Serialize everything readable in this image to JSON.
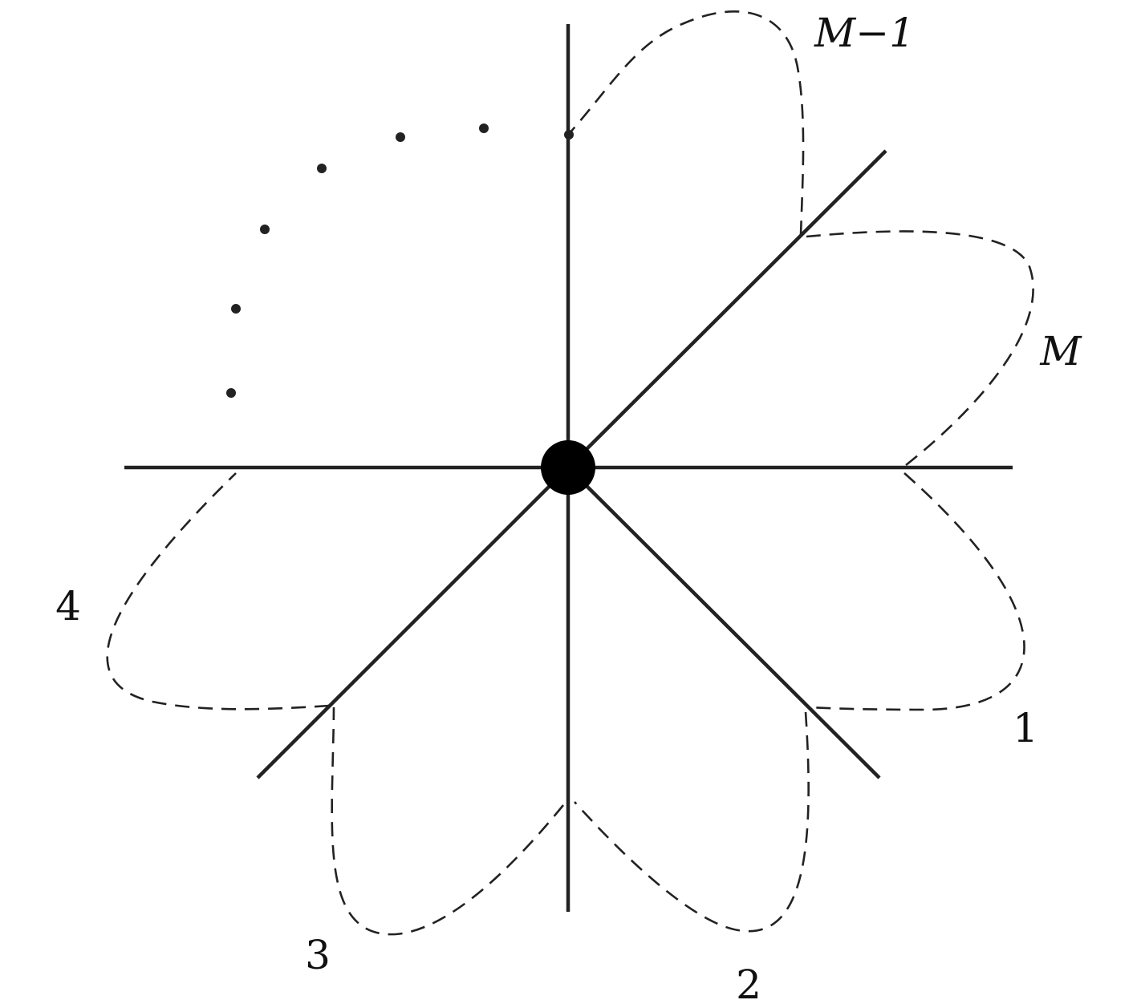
{
  "colors": {
    "ink": "#222222",
    "hub": "#000000",
    "background": "#ffffff"
  },
  "labels": {
    "petal_1": "1",
    "petal_2": "2",
    "petal_3": "3",
    "petal_4": "4",
    "petal_m": "M",
    "petal_m_minus_1": "M−1"
  }
}
